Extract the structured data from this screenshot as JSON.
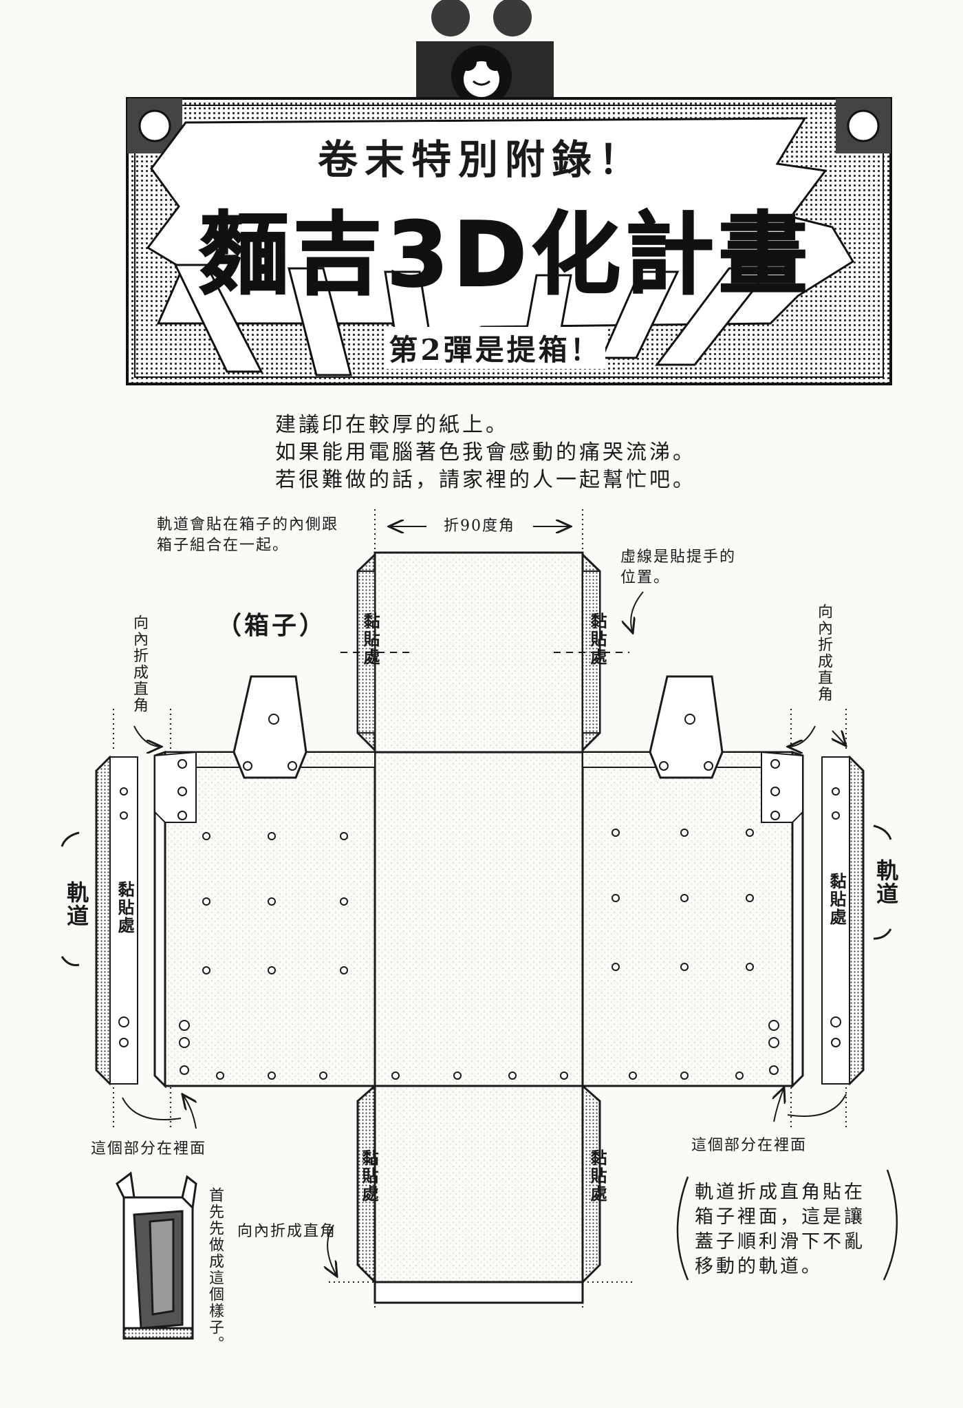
{
  "banner": {
    "subtitle": "卷末特別附錄！",
    "title": "麵吉3D化計畫",
    "issue": "第2彈是提箱！"
  },
  "intro_lines": [
    "建議印在較厚的紙上。",
    "如果能用電腦著色我會感動的痛哭流涕。",
    "若很難做的話，請家裡的人一起幫忙吧。"
  ],
  "labels": {
    "rail_note_line1": "軌道會貼在箱子的內側跟",
    "rail_note_line2": "箱子組合在一起。",
    "fold_90": "折90度角",
    "dashed_note_line1": "虛線是貼提手的",
    "dashed_note_line2": "位置。",
    "box_label": "（箱子）",
    "fold_inward_right_angle": "向內折成直角",
    "glue_area": "黏貼處",
    "rail_label": "軌道",
    "inside_part": "這個部分在裡面",
    "fold_inward_bottom": "向內折成直角",
    "first_make_shape": "首先先做成這個樣子。",
    "rail_explain_line1": "軌道折成直角貼在",
    "rail_explain_line2": "箱子裡面，這是讓",
    "rail_explain_line3": "蓋子順利滑下不亂",
    "rail_explain_line4": "移動的軌道。"
  },
  "colors": {
    "ink": "#1a1a1a",
    "paper": "#fbfaf6",
    "screentone": "#9a9a9a"
  }
}
